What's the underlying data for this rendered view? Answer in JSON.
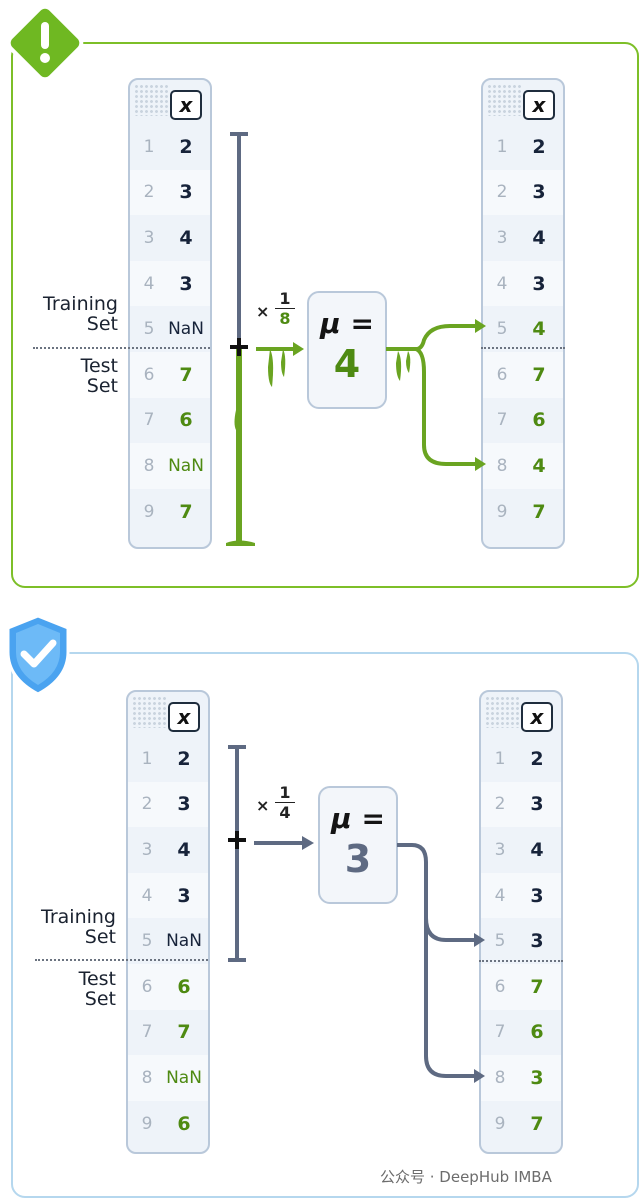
{
  "colors": {
    "bad": "#7dbf28",
    "good": "#b5d7ee",
    "leak": "#6aa421",
    "neutral": "#5e6a82"
  },
  "bad": {
    "icon": "warning-diamond-icon",
    "input_header": "x",
    "output_header": "x",
    "rows": [
      {
        "i": "1",
        "v": "2",
        "out": "2"
      },
      {
        "i": "2",
        "v": "3",
        "out": "3"
      },
      {
        "i": "3",
        "v": "4",
        "out": "4"
      },
      {
        "i": "4",
        "v": "3",
        "out": "3"
      },
      {
        "i": "5",
        "v": "NaN",
        "out": "4"
      },
      {
        "i": "6",
        "v": "7",
        "out": "7"
      },
      {
        "i": "7",
        "v": "6",
        "out": "6"
      },
      {
        "i": "8",
        "v": "NaN",
        "out": "4"
      },
      {
        "i": "9",
        "v": "7",
        "out": "7"
      }
    ],
    "training_label": [
      "Training",
      "Set"
    ],
    "test_label": [
      "Test",
      "Set"
    ],
    "times": "×",
    "frac_top": "1",
    "frac_bottom": "8",
    "mu_label": "μ =",
    "mu_value": "4"
  },
  "good": {
    "icon": "shield-check-icon",
    "input_header": "x",
    "output_header": "x",
    "rows": [
      {
        "i": "1",
        "v": "2",
        "out": "2"
      },
      {
        "i": "2",
        "v": "3",
        "out": "3"
      },
      {
        "i": "3",
        "v": "4",
        "out": "4"
      },
      {
        "i": "4",
        "v": "3",
        "out": "3"
      },
      {
        "i": "5",
        "v": "NaN",
        "out": "3"
      },
      {
        "i": "6",
        "v": "6",
        "out": "7"
      },
      {
        "i": "7",
        "v": "7",
        "out": "6"
      },
      {
        "i": "8",
        "v": "NaN",
        "out": "3"
      },
      {
        "i": "9",
        "v": "6",
        "out": "7"
      }
    ],
    "training_label": [
      "Training",
      "Set"
    ],
    "test_label": [
      "Test",
      "Set"
    ],
    "times": "×",
    "frac_top": "1",
    "frac_bottom": "4",
    "mu_label": "μ =",
    "mu_value": "3"
  },
  "watermark": "公众号 · DeepHub IMBA"
}
